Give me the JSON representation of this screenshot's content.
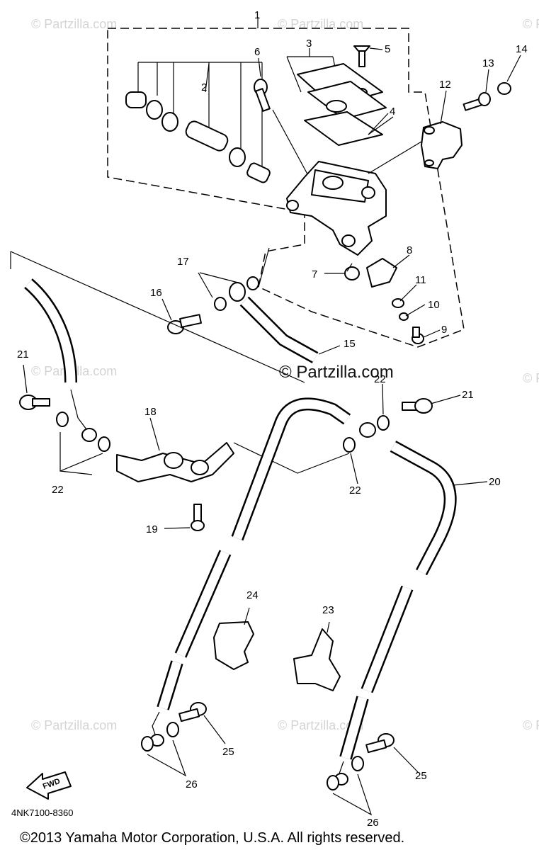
{
  "watermark_text": "© Partzilla.com",
  "watermark_main": "© Partzilla.com",
  "diagram_code": "4NK7100-8360",
  "copyright": "©2013 Yamaha Motor Corporation, U.S.A. All rights reserved.",
  "fwd_label": "FWD",
  "callouts": {
    "c1": "1",
    "c2": "2",
    "c3": "3",
    "c4": "4",
    "c5": "5",
    "c6": "6",
    "c7": "7",
    "c8": "8",
    "c9": "9",
    "c10": "10",
    "c11": "11",
    "c12": "12",
    "c13": "13",
    "c14": "14",
    "c15": "15",
    "c16": "16",
    "c17": "17",
    "c18": "18",
    "c19": "19",
    "c20": "20",
    "c21a": "21",
    "c21b": "21",
    "c22a": "22",
    "c22b": "22",
    "c22c": "22",
    "c23": "23",
    "c24": "24",
    "c25a": "25",
    "c25b": "25",
    "c26a": "26",
    "c26b": "26"
  }
}
